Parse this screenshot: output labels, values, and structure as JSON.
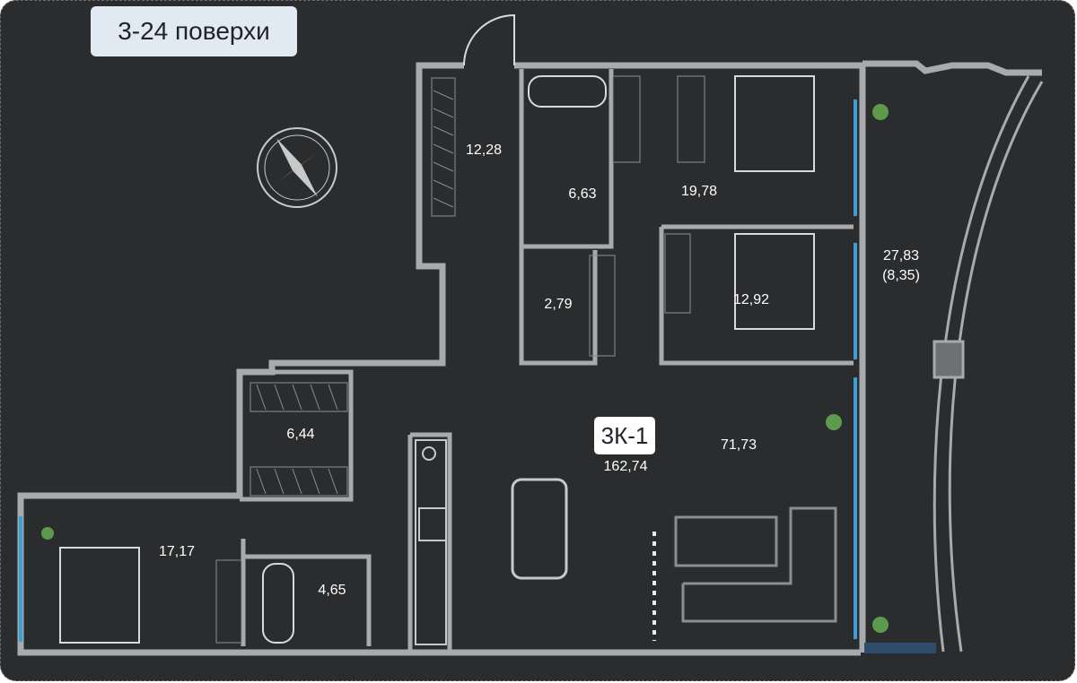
{
  "floors_label": "3-24 поверхи",
  "apartment": {
    "code": "3К-1",
    "total_area": "162,74"
  },
  "rooms": [
    {
      "id": "hall-storage",
      "area": "12,28"
    },
    {
      "id": "bathroom-1",
      "area": "6,63"
    },
    {
      "id": "bedroom-1",
      "area": "19,78"
    },
    {
      "id": "wc",
      "area": "2,79"
    },
    {
      "id": "bedroom-2",
      "area": "12,92"
    },
    {
      "id": "terrace",
      "area": "27,83",
      "sub": "(8,35)"
    },
    {
      "id": "dressing",
      "area": "6,44"
    },
    {
      "id": "living-kitchen",
      "area": "71,73"
    },
    {
      "id": "bedroom-3",
      "area": "17,17"
    },
    {
      "id": "bathroom-2",
      "area": "4,65"
    }
  ],
  "colors": {
    "background": "#2b2c2e",
    "walls": "#a9aaac",
    "windows": "#3aa0d8",
    "badge": "#e1eaf3",
    "plant": "#5e9a4e"
  },
  "icons": [
    "compass-icon"
  ]
}
